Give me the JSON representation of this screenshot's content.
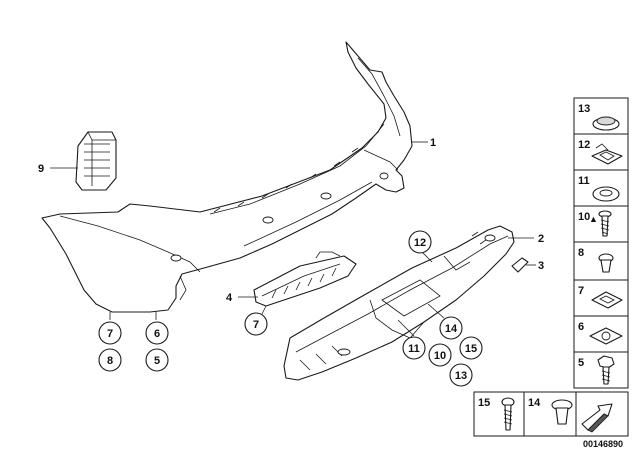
{
  "diagram": {
    "image_number": "00146890",
    "callouts": {
      "bumper": "1",
      "lower_trim": "2",
      "plug": "3",
      "bracket": "4",
      "left_7": "7",
      "left_8": "8",
      "left_6": "6",
      "left_5": "5",
      "bracket_7": "7",
      "bracket_9": "9",
      "trim_12": "12",
      "trim_14": "14",
      "trim_15": "15",
      "trim_11": "11",
      "trim_10": "10",
      "trim_13": "13"
    },
    "side_panel": [
      "13",
      "12",
      "11",
      "10",
      "8",
      "7",
      "6",
      "5"
    ],
    "bottom_panel": [
      "15",
      "14"
    ]
  }
}
